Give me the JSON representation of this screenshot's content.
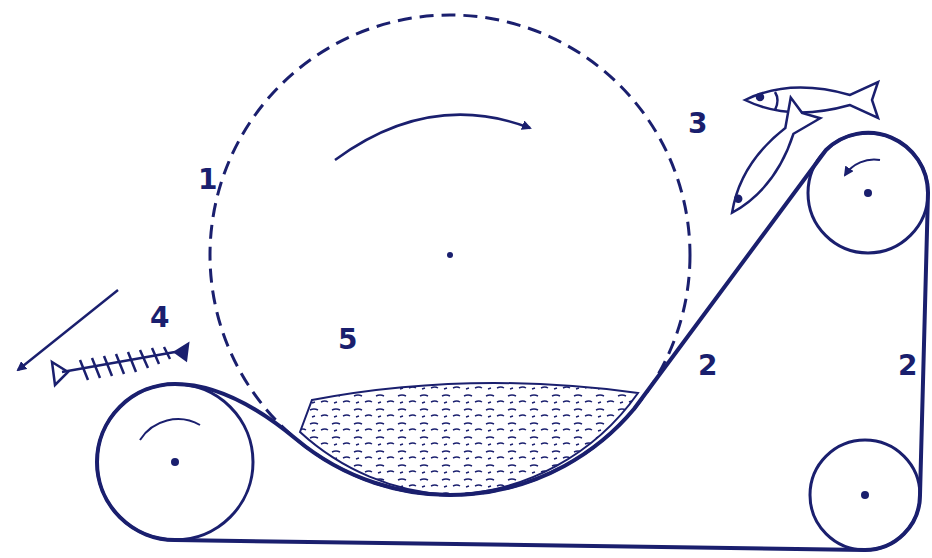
{
  "diagram": {
    "labels": [
      "1",
      "3",
      "4",
      "5",
      "2",
      "2"
    ]
  }
}
